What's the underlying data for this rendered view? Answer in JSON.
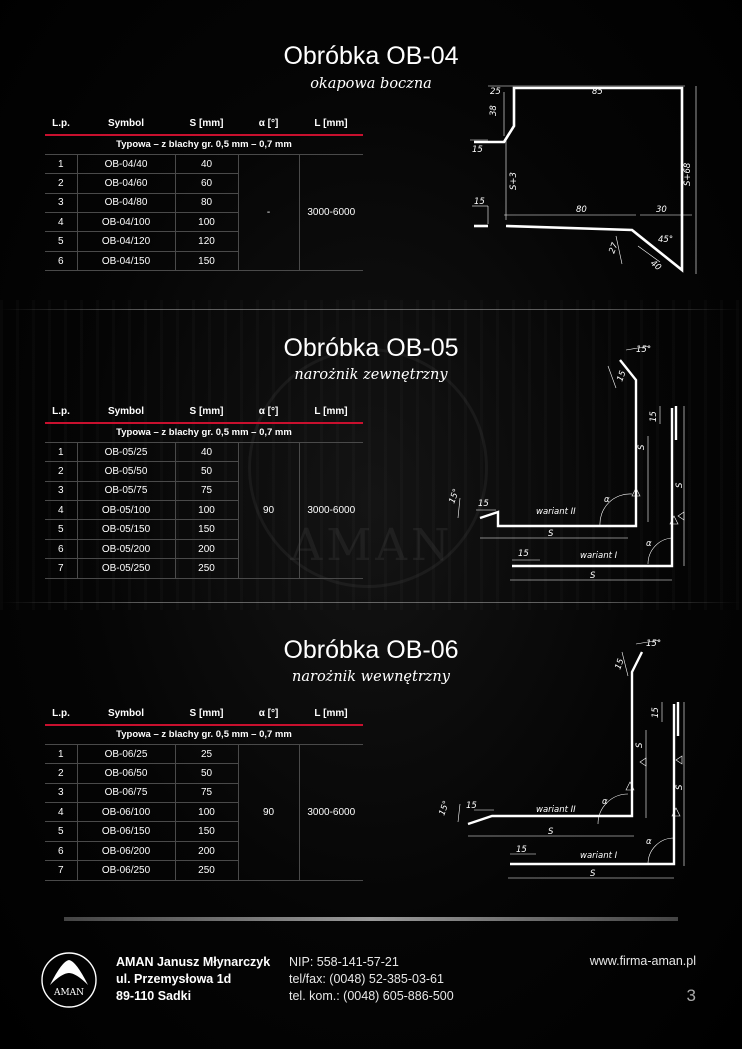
{
  "sections": [
    {
      "title": "Obróbka OB-04",
      "subtitle": "okapowa boczna",
      "headers": [
        "L.p.",
        "Symbol",
        "S [mm]",
        "α [°]",
        "L [mm]"
      ],
      "subheader": "Typowa – z blachy gr. 0,5 mm – 0,7 mm",
      "alpha": "-",
      "length": "3000-6000",
      "rows": [
        {
          "lp": "1",
          "symbol": "OB-04/40",
          "s": "40"
        },
        {
          "lp": "2",
          "symbol": "OB-04/60",
          "s": "60"
        },
        {
          "lp": "3",
          "symbol": "OB-04/80",
          "s": "80"
        },
        {
          "lp": "4",
          "symbol": "OB-04/100",
          "s": "100"
        },
        {
          "lp": "5",
          "symbol": "OB-04/120",
          "s": "120"
        },
        {
          "lp": "6",
          "symbol": "OB-04/150",
          "s": "150"
        }
      ],
      "dims": {
        "d25": "25",
        "d85": "85",
        "d38": "38",
        "d15a": "15",
        "s3": "S+3",
        "s68": "S+68",
        "d15b": "15",
        "d80": "80",
        "d30": "30",
        "d27": "27",
        "d40": "40",
        "a45": "45°"
      }
    },
    {
      "title": "Obróbka OB-05",
      "subtitle": "narożnik zewnętrzny",
      "headers": [
        "L.p.",
        "Symbol",
        "S [mm]",
        "α [°]",
        "L [mm]"
      ],
      "subheader": "Typowa – z blachy gr. 0,5 mm – 0,7 mm",
      "alpha": "90",
      "length": "3000-6000",
      "rows": [
        {
          "lp": "1",
          "symbol": "OB-05/25",
          "s": "40"
        },
        {
          "lp": "2",
          "symbol": "OB-05/50",
          "s": "50"
        },
        {
          "lp": "3",
          "symbol": "OB-05/75",
          "s": "75"
        },
        {
          "lp": "4",
          "symbol": "OB-05/100",
          "s": "100"
        },
        {
          "lp": "5",
          "symbol": "OB-05/150",
          "s": "150"
        },
        {
          "lp": "6",
          "symbol": "OB-05/200",
          "s": "200"
        },
        {
          "lp": "7",
          "symbol": "OB-05/250",
          "s": "250"
        }
      ],
      "dims": {
        "a15top": "15°",
        "d15top": "15",
        "d15right": "15",
        "s_vert2": "S",
        "s_vert1": "S",
        "a15left": "15°",
        "d15left": "15",
        "variant2": "wariant II",
        "variant1": "wariant I",
        "s_h2": "S",
        "s_h1": "S",
        "d15bottom": "15",
        "alpha_sym": "α"
      }
    },
    {
      "title": "Obróbka OB-06",
      "subtitle": "narożnik wewnętrzny",
      "headers": [
        "L.p.",
        "Symbol",
        "S [mm]",
        "α [°]",
        "L [mm]"
      ],
      "subheader": "Typowa – z blachy gr. 0,5 mm – 0,7 mm",
      "alpha": "90",
      "length": "3000-6000",
      "rows": [
        {
          "lp": "1",
          "symbol": "OB-06/25",
          "s": "25"
        },
        {
          "lp": "2",
          "symbol": "OB-06/50",
          "s": "50"
        },
        {
          "lp": "3",
          "symbol": "OB-06/75",
          "s": "75"
        },
        {
          "lp": "4",
          "symbol": "OB-06/100",
          "s": "100"
        },
        {
          "lp": "5",
          "symbol": "OB-06/150",
          "s": "150"
        },
        {
          "lp": "6",
          "symbol": "OB-06/200",
          "s": "200"
        },
        {
          "lp": "7",
          "symbol": "OB-06/250",
          "s": "250"
        }
      ],
      "dims": {
        "a15top": "15°",
        "d15top": "15",
        "d15right": "15",
        "s_vert2": "S",
        "s_vert1": "S",
        "a15left": "15°",
        "d15left": "15",
        "variant2": "wariant II",
        "variant1": "wariant I",
        "s_h2": "S",
        "s_h1": "S",
        "d15bottom": "15",
        "alpha_sym": "α"
      }
    }
  ],
  "footer": {
    "logo_text": "AMAN",
    "company_line1": "AMAN Janusz Młynarczyk",
    "company_line2": "ul. Przemysłowa 1d",
    "company_line3": "89-110 Sadki",
    "nip": "NIP: 558-141-57-21",
    "tel": "tel/fax: (0048) 52-385-03-61",
    "mobile": "tel. kom.: (0048) 605-886-500",
    "website": "www.firma-aman.pl",
    "page_number": "3"
  },
  "watermark": "AMAN",
  "colors": {
    "accent_red": "#c8102e",
    "background": "#000000",
    "grid": "#4a4a4a"
  }
}
